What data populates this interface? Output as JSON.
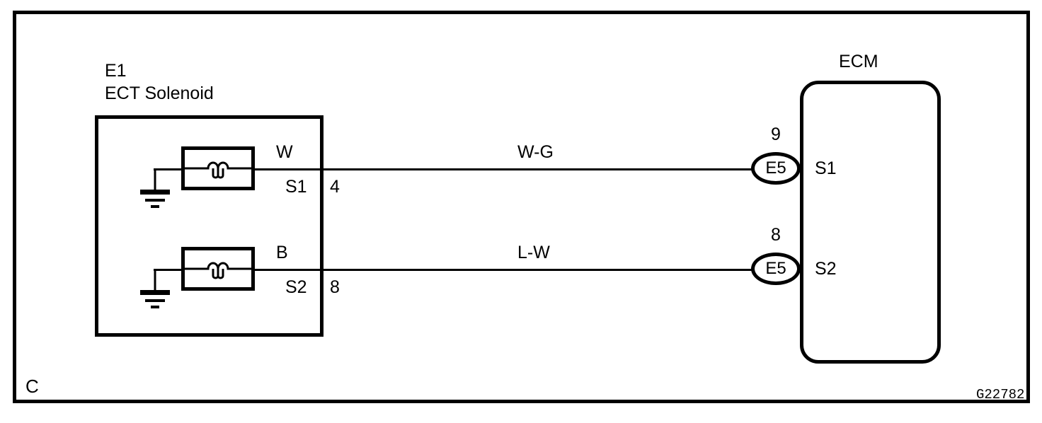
{
  "figure": {
    "corner_marker": "C",
    "figure_code": "G22782"
  },
  "left_component": {
    "connector_id": "E1",
    "name": "ECT Solenoid"
  },
  "right_component": {
    "name": "ECM"
  },
  "circuits": [
    {
      "coil_label": "W",
      "solenoid_terminal": "S1",
      "solenoid_pin": "4",
      "wire_color": "W-G",
      "ecm_pin": "9",
      "ecm_connector": "E5",
      "ecm_terminal": "S1"
    },
    {
      "coil_label": "B",
      "solenoid_terminal": "S2",
      "solenoid_pin": "8",
      "wire_color": "L-W",
      "ecm_pin": "8",
      "ecm_connector": "E5",
      "ecm_terminal": "S2"
    }
  ],
  "colors": {
    "line": "#000000",
    "background": "#ffffff"
  }
}
